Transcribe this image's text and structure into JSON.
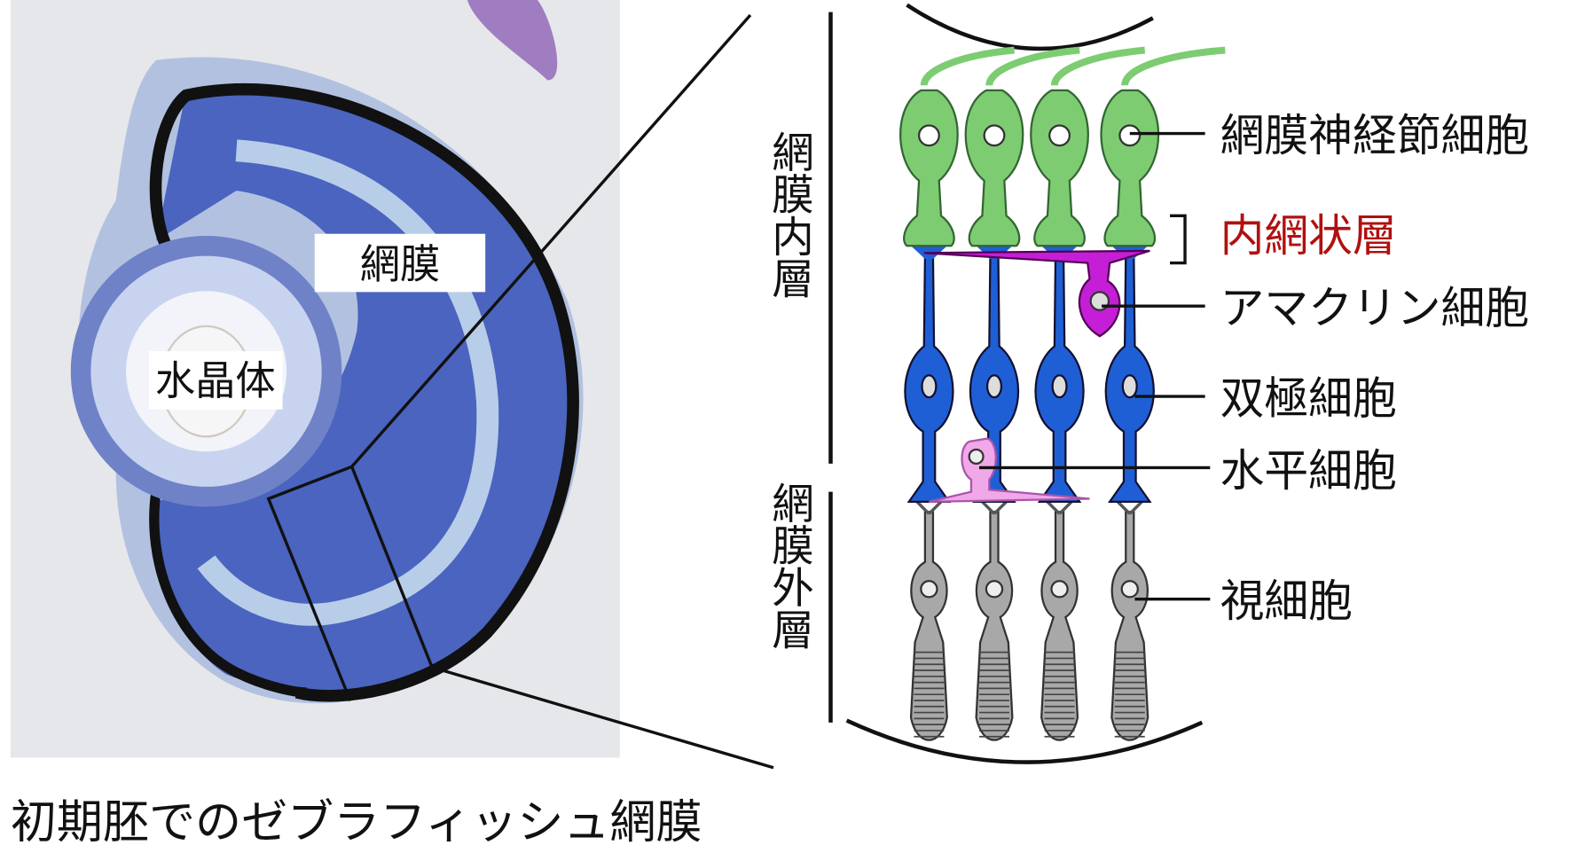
{
  "photo": {
    "labels": {
      "retina": "網膜",
      "lens": "水晶体"
    },
    "caption": "初期胚でのゼブラフィッシュ網膜"
  },
  "layers": {
    "inner": "網膜内層",
    "outer": "網膜外層"
  },
  "cells": {
    "ganglion": "網膜神経節細胞",
    "ipl": "内網状層",
    "amacrine": "アマクリン細胞",
    "bipolar": "双極細胞",
    "horizontal": "水平細胞",
    "photoreceptor": "視細胞"
  },
  "colors": {
    "ganglion": "#7dcc72",
    "bipolar": "#1f5fd6",
    "amacrine": "#c41fd6",
    "horizontal": "#f0a8e8",
    "photoreceptor": "#a8a8a8",
    "ipl_label": "#b01010"
  }
}
